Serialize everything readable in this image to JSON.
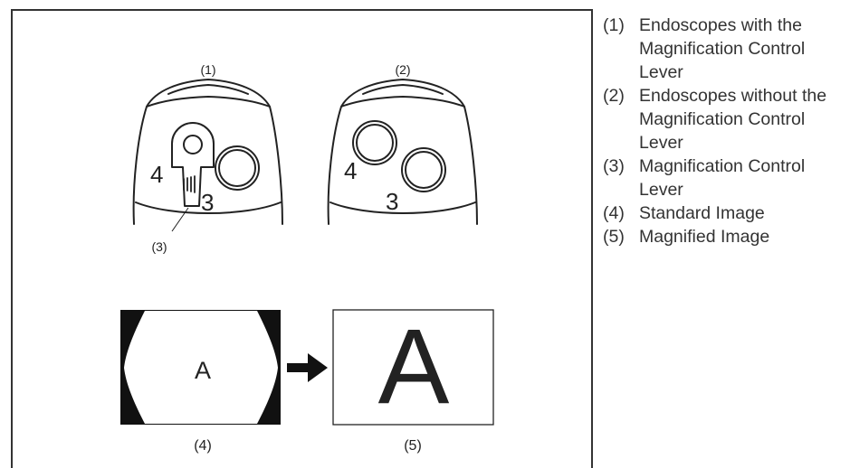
{
  "figure": {
    "callouts": {
      "scope_with_lever": "(1)",
      "scope_without_lever": "(2)",
      "lever": "(3)",
      "standard_image": "(4)",
      "magnified_image": "(5)"
    },
    "button_numbers": {
      "with_lever_left": "4",
      "with_lever_right": "3",
      "without_lever_left": "4",
      "without_lever_right": "3"
    },
    "standard_image_letter": "A",
    "magnified_image_letter": "A"
  },
  "legend": {
    "items": [
      {
        "num": "(1)",
        "text": "Endoscopes with the Magnification Control Lever"
      },
      {
        "num": "(2)",
        "text": "Endoscopes without the Magnification Control Lever"
      },
      {
        "num": "(3)",
        "text": "Magnification Control Lever"
      },
      {
        "num": "(4)",
        "text": "Standard Image"
      },
      {
        "num": "(5)",
        "text": "Magnified Image"
      }
    ]
  }
}
